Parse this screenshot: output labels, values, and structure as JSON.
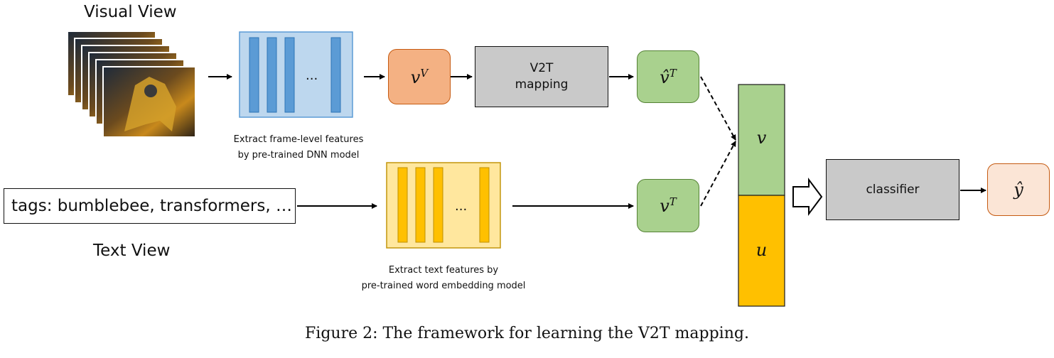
{
  "visual_view": {
    "title": "Visual View",
    "encoder_ellipsis": "...",
    "encoder_note_line1": "Extract frame-level features",
    "encoder_note_line2": "by pre-trained DNN model",
    "feature_label_base": "v",
    "feature_label_sup": "V",
    "mapping_line1": "V2T",
    "mapping_line2": "mapping",
    "mapped_label_base": "v̂",
    "mapped_label_sup": "T"
  },
  "text_view": {
    "title": "Text View",
    "tags_text": "tags: bumblebee, transformers, …",
    "encoder_ellipsis": "...",
    "encoder_note_line1": "Extract text features by",
    "encoder_note_line2": "pre-trained word embedding model",
    "feature_label_base": "v",
    "feature_label_sup": "T"
  },
  "fusion": {
    "top_label": "v",
    "bottom_label": "u"
  },
  "classifier": {
    "label": "classifier",
    "output_label": "ŷ"
  },
  "caption": "Figure 2: The framework for learning the V2T mapping.",
  "colors": {
    "visual_encoder_fill": "#bdd7ee",
    "visual_bar": "#5b9bd5",
    "text_encoder_fill": "#ffe699",
    "text_bar": "#ffc000",
    "feature_orange": "#f4b183",
    "feature_green": "#a9d18e",
    "mapping_gray": "#c9c9c9",
    "output_pink": "#fbe5d6"
  }
}
